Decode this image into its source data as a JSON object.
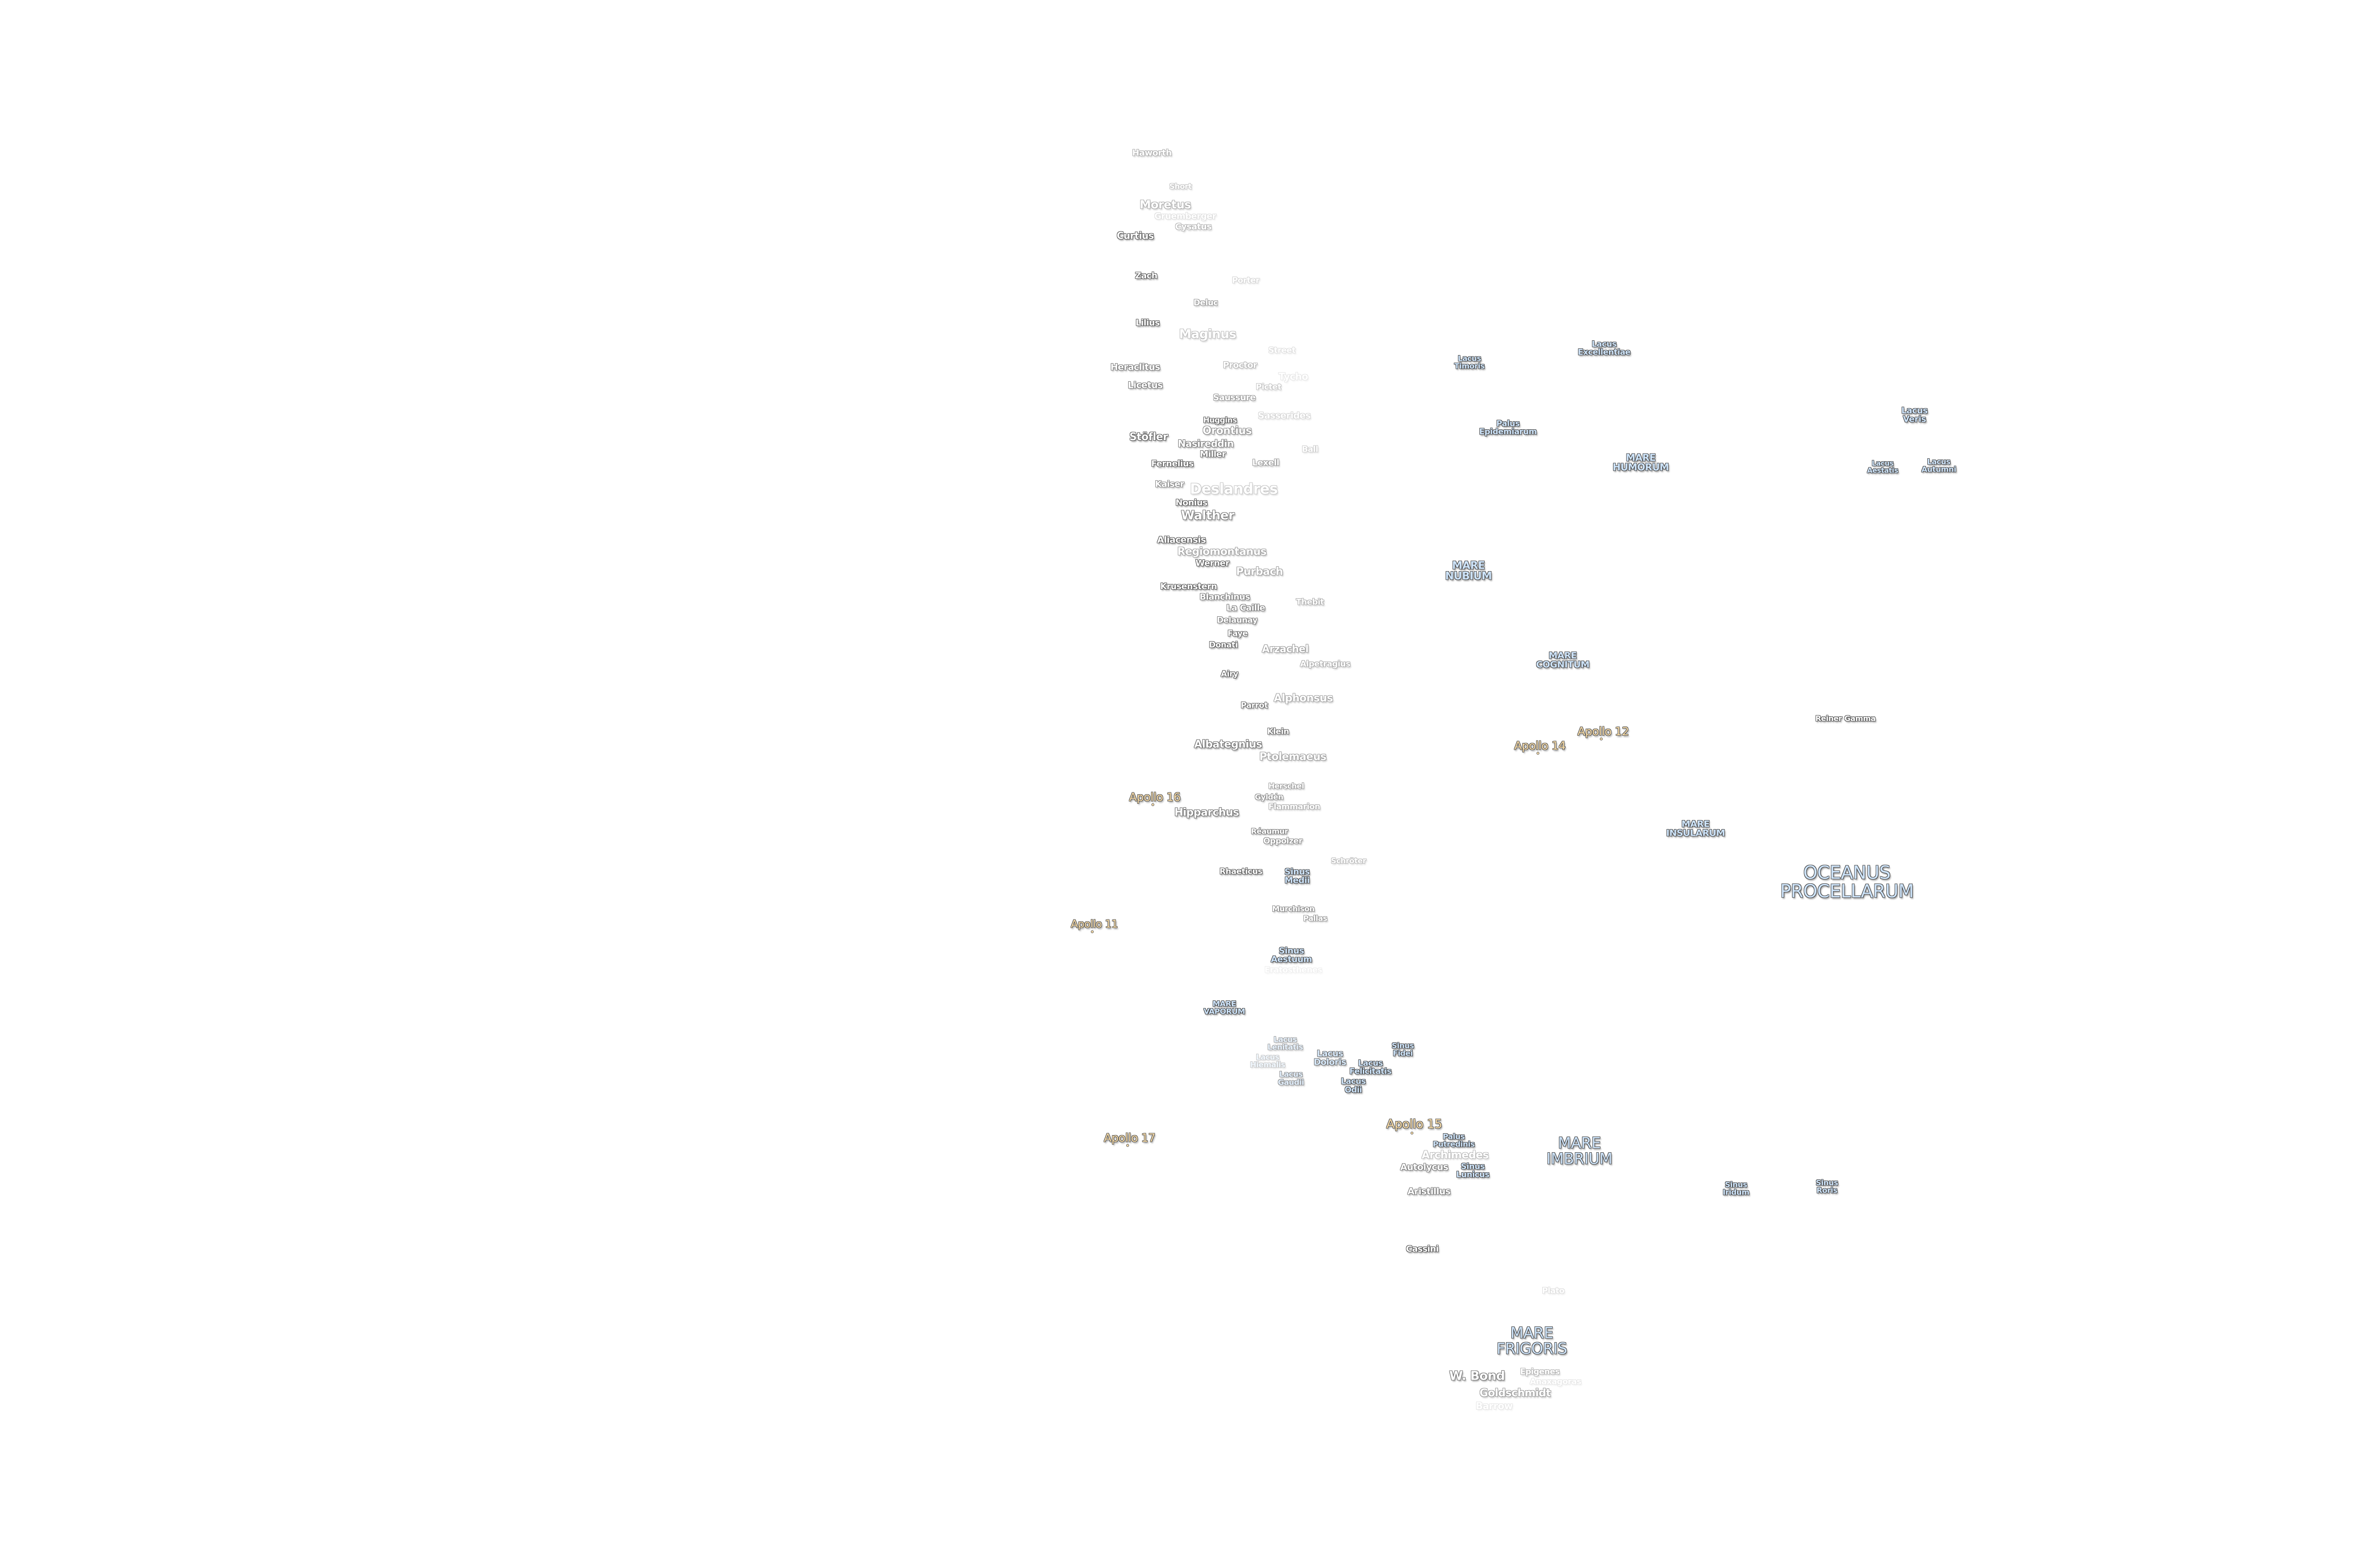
{
  "colors": {
    "crater_fill": "#ffffff",
    "mare_fill": "#cfe5fb",
    "apollo_fill": "#f8dca8",
    "outline": "#555555"
  },
  "labels": {
    "craters": [
      "Haworth",
      "Short",
      "Moretus",
      "Gruemberger",
      "Cysatus",
      "Curtius",
      "Zach",
      "Porter",
      "Deluc",
      "Lilius",
      "Maginus",
      "Street",
      "Heraclitus",
      "Proctor",
      "Tycho",
      "Licetus",
      "Pictet",
      "Saussure",
      "Sasserides",
      "Orontius",
      "Huggins",
      "Nasireddin",
      "Stöfler",
      "Miller",
      "Ball",
      "Fernelius",
      "Lexell",
      "Kaiser",
      "Nonius",
      "Deslandres",
      "Walther",
      "Aliacensis",
      "Regiomontanus",
      "Werner",
      "Purbach",
      "Krusenstern",
      "Blanchinus",
      "La Caille",
      "Thebit",
      "Delaunay",
      "Faye",
      "Donati",
      "Arzachel",
      "Alpetragius",
      "Airy",
      "Alphonsus",
      "Parrot",
      "Klein",
      "Albategnius",
      "Ptolemaeus",
      "Hipparchus",
      "Herschel",
      "Gyldén",
      "Flammarion",
      "Réaumur",
      "Oppolzer",
      "Schröter",
      "Rhaeticus",
      "Murchison",
      "Pallas",
      "Eratosthenes",
      "Archimedes",
      "Autolycus",
      "Aristillus",
      "Cassini",
      "Plato",
      "Epigenes",
      "Anaxagoras",
      "W. Bond",
      "Goldschmidt",
      "Barrow",
      "Reiner Gamma"
    ],
    "maria": [
      "Sinus\nMedii",
      "Sinus\nAestuum",
      "MARE\nVAPORUM",
      "Lacus\nLenitatis",
      "Lacus\nHiemalis",
      "Lacus\nGaudii",
      "Lacus\nDoloris",
      "Lacus\nFelicitatis",
      "Lacus\nOdii",
      "Sinus\nFidei",
      "Palus\nPutredinis",
      "Sinus\nLunicus",
      "MARE\nIMBRIUM",
      "MARE\nFRIGORIS",
      "Lacus\nTimoris",
      "Lacus\nExcellentiae",
      "Palus\nEpidemiarum",
      "MARE\nHUMORUM",
      "Lacus\nVeris",
      "Lacus\nAestatis",
      "Lacus\nAutumni",
      "MARE\nCOGNITUM",
      "MARE\nINSULARUM",
      "OCEANUS\nPROCELLARUM",
      "MARE\nNUBIUM",
      "Sinus\nIridum",
      "Sinus\nRoris"
    ],
    "apollo": [
      "Apollo 16",
      "Apollo 11",
      "Apollo 15",
      "Apollo 12",
      "Apollo 14",
      "Apollo 17"
    ]
  }
}
